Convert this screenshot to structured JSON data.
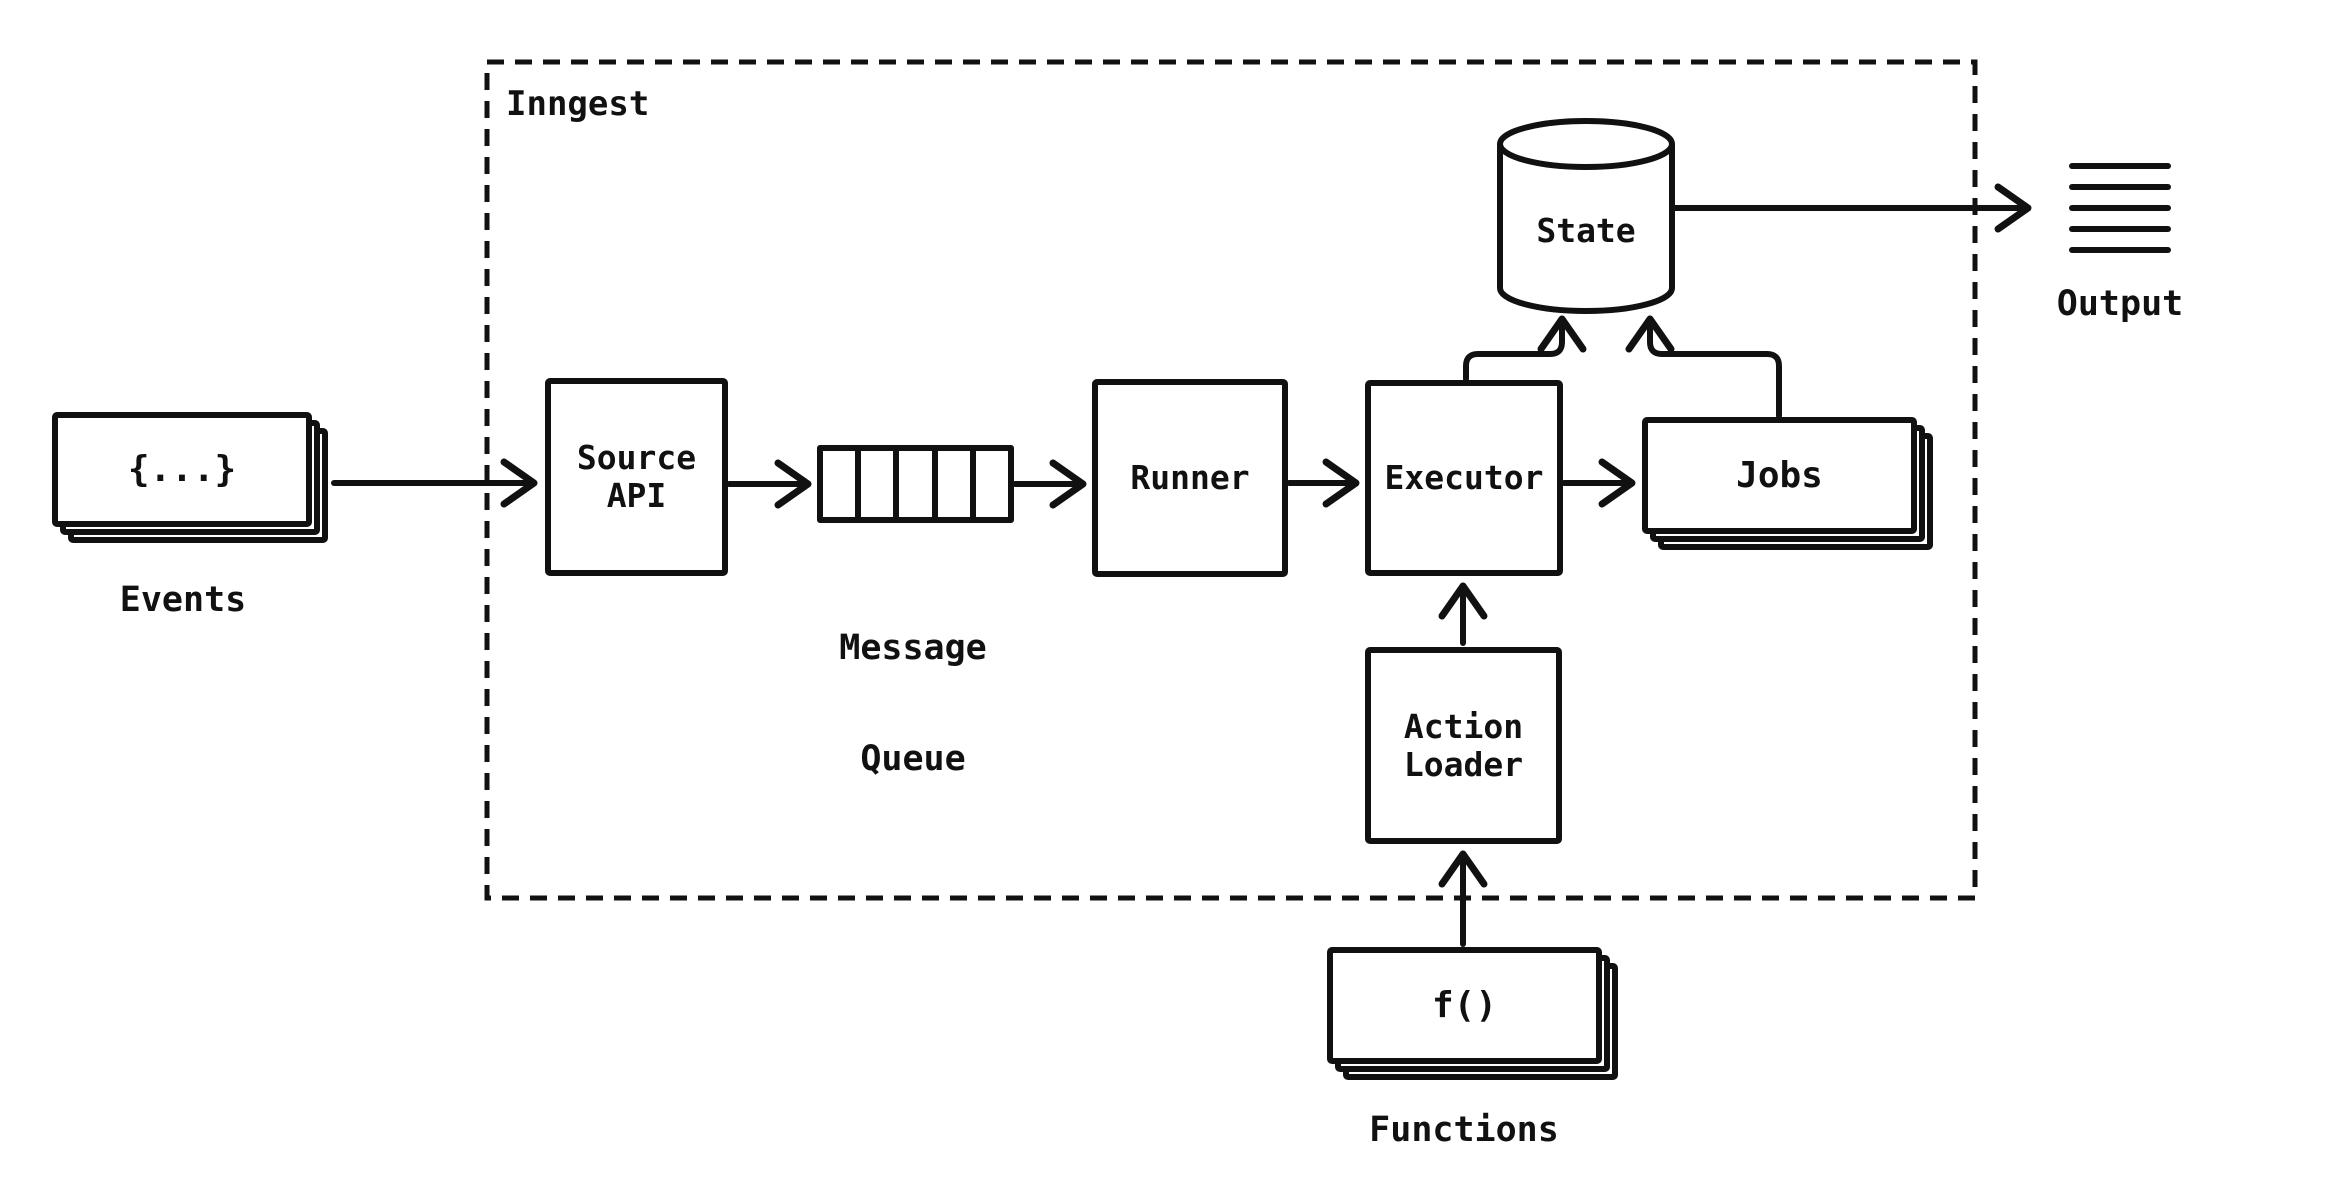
{
  "colors": {
    "ink": "#111111",
    "background": "#ffffff"
  },
  "boundary": {
    "label": "Inngest"
  },
  "nodes": {
    "events": {
      "box_text": "{...}",
      "caption": "Events",
      "stack_count": 3
    },
    "source_api": {
      "lines": [
        "Source",
        "API"
      ]
    },
    "message_queue": {
      "cells": 5,
      "caption_lines": [
        "Message",
        "Queue"
      ]
    },
    "runner": {
      "label": "Runner"
    },
    "executor": {
      "label": "Executor"
    },
    "jobs": {
      "label": "Jobs",
      "stack_count": 3
    },
    "state": {
      "label": "State",
      "shape": "cylinder"
    },
    "action_loader": {
      "lines": [
        "Action",
        "Loader"
      ]
    },
    "functions": {
      "box_text": "f()",
      "caption": "Functions",
      "stack_count": 3
    },
    "output": {
      "caption": "Output",
      "icon": "stack-of-lines",
      "icon_line_count": 5
    }
  },
  "edges": [
    {
      "from": "events",
      "to": "source_api"
    },
    {
      "from": "source_api",
      "to": "message_queue"
    },
    {
      "from": "message_queue",
      "to": "runner"
    },
    {
      "from": "runner",
      "to": "executor"
    },
    {
      "from": "executor",
      "to": "jobs"
    },
    {
      "from": "executor",
      "to": "state"
    },
    {
      "from": "jobs",
      "to": "state"
    },
    {
      "from": "state",
      "to": "output"
    },
    {
      "from": "action_loader",
      "to": "executor"
    },
    {
      "from": "functions",
      "to": "action_loader"
    }
  ]
}
